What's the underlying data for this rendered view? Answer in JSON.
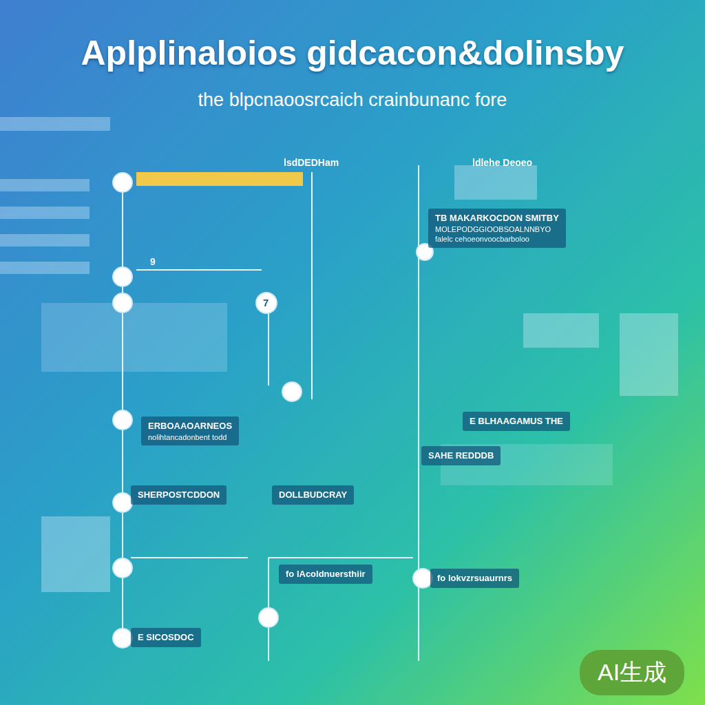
{
  "diagram": {
    "title": "Aplplinaloios gidcacon&dolinsby",
    "caption": "the blpcnaoosrcaich crainbunanc fore",
    "nodes": [
      {
        "text": [
          "TB MAKARKOCDON SMITBY",
          "MOLEPODGGIOOBSOALNNBYO",
          "falelc cehoeonvoocbarboloo"
        ]
      },
      {
        "text": [
          "E BLHAAGAMUS THE"
        ]
      },
      {
        "text": [
          "ERBOAAOARNEOS",
          "nolihtancadonbent todd"
        ]
      },
      {
        "text": [
          "SAHE REDDDB"
        ]
      },
      {
        "text": [
          "SHERPOSTCDDON"
        ]
      },
      {
        "text": [
          "DOLLBUDCRAY"
        ]
      },
      {
        "text": [
          "fo lAcoldnuersthiir"
        ]
      },
      {
        "text": [
          "fo lokvzrsuaurnrs"
        ]
      },
      {
        "text": [
          "E SICOSDOC"
        ]
      },
      {
        "text": [
          "AI生成"
        ]
      }
    ],
    "labels": [
      "lsdDEDHam",
      "ldlehe Deoeo",
      "9",
      "7"
    ]
  }
}
